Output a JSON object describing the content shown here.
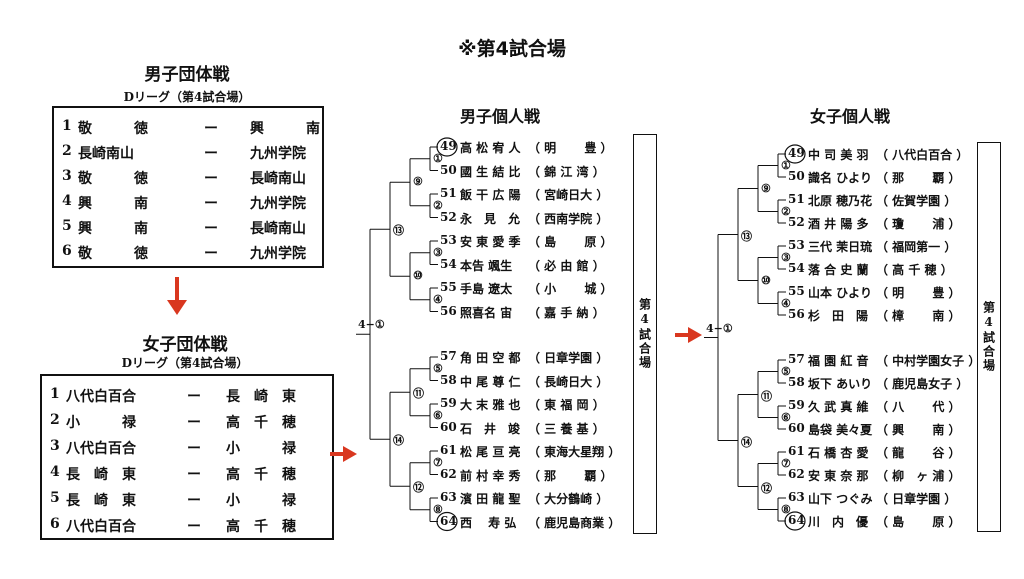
{
  "header": "※第4試合場",
  "men_team": {
    "title": "男子団体戦",
    "subtitle": "Dリーグ（第4試合場）",
    "rows": [
      {
        "no": "1",
        "a": "敬　　　徳",
        "dash": "ー",
        "b": "興　　　南"
      },
      {
        "no": "2",
        "a": "長崎南山",
        "dash": "ー",
        "b": "九州学院"
      },
      {
        "no": "3",
        "a": "敬　　　徳",
        "dash": "ー",
        "b": "長崎南山"
      },
      {
        "no": "4",
        "a": "興　　　南",
        "dash": "ー",
        "b": "九州学院"
      },
      {
        "no": "5",
        "a": "興　　　南",
        "dash": "ー",
        "b": "長崎南山"
      },
      {
        "no": "6",
        "a": "敬　　　徳",
        "dash": "ー",
        "b": "九州学院"
      }
    ]
  },
  "women_team": {
    "title": "女子団体戦",
    "subtitle": "Dリーグ（第4試合場）",
    "rows": [
      {
        "no": "1",
        "a": "八代白百合",
        "dash": "ー",
        "b": "長　崎　東"
      },
      {
        "no": "2",
        "a": "小　　　禄",
        "dash": "ー",
        "b": "高　千　穂"
      },
      {
        "no": "3",
        "a": "八代白百合",
        "dash": "ー",
        "b": "小　　　禄"
      },
      {
        "no": "4",
        "a": "長　崎　東",
        "dash": "ー",
        "b": "高　千　穂"
      },
      {
        "no": "5",
        "a": "長　崎　東",
        "dash": "ー",
        "b": "小　　　禄"
      },
      {
        "no": "6",
        "a": "八代白百合",
        "dash": "ー",
        "b": "高　千　穂"
      }
    ]
  },
  "men_individual": {
    "title": "男子個人戦",
    "final_label": "4−①",
    "venue_label": "第4試合場",
    "entries": [
      {
        "no": "49",
        "name": "高 松 宥 人",
        "school": "（ 明　　 豊 ）"
      },
      {
        "no": "50",
        "name": "國 生 結 比",
        "school": "（ 錦 江 湾 ）"
      },
      {
        "no": "51",
        "name": "飯 干 広 陽",
        "school": "（ 宮崎日大 ）"
      },
      {
        "no": "52",
        "name": "永　見　允",
        "school": "（ 西南学院 ）"
      },
      {
        "no": "53",
        "name": "安 東 愛 季",
        "school": "（ 島　　 原 ）"
      },
      {
        "no": "54",
        "name": "本告 颯生",
        "school": "（ 必 由 館 ）"
      },
      {
        "no": "55",
        "name": "手島 遼太",
        "school": "（ 小　　 城 ）"
      },
      {
        "no": "56",
        "name": "照喜名 宙",
        "school": "（ 嘉 手 納 ）"
      },
      {
        "no": "57",
        "name": "角 田 空 都",
        "school": "（ 日章学園 ）"
      },
      {
        "no": "58",
        "name": "中 尾 尊 仁",
        "school": "（ 長崎日大 ）"
      },
      {
        "no": "59",
        "name": "大 末 雅 也",
        "school": "（ 東 福 岡 ）"
      },
      {
        "no": "60",
        "name": "石　井　竣",
        "school": "（ 三 養 基 ）"
      },
      {
        "no": "61",
        "name": "松 尾 亘 亮",
        "school": "（ 東海大星翔 ）"
      },
      {
        "no": "62",
        "name": "前 村 幸 秀",
        "school": "（ 那　　 覇 ）"
      },
      {
        "no": "63",
        "name": "濱 田 龍 聖",
        "school": "（ 大分鶴崎 ）"
      },
      {
        "no": "64",
        "name": "西　 寿 弘",
        "school": "（ 鹿児島商業 ）"
      }
    ],
    "r1": [
      "①",
      "②",
      "③",
      "④",
      "⑤",
      "⑥",
      "⑦",
      "⑧"
    ],
    "r2": [
      "⑨",
      "⑩",
      "⑪",
      "⑫"
    ],
    "r3": [
      "⑬",
      "⑭"
    ]
  },
  "women_individual": {
    "title": "女子個人戦",
    "final_label": "4−①",
    "venue_label": "第4試合場",
    "entries": [
      {
        "no": "49",
        "name": "中 司 美 羽",
        "school": "（ 八代白百合 ）"
      },
      {
        "no": "50",
        "name": "識名 ひより",
        "school": "（ 那　　 覇 ）"
      },
      {
        "no": "51",
        "name": "北原 穂乃花",
        "school": "（ 佐賀学園 ）"
      },
      {
        "no": "52",
        "name": "酒 井 陽 多",
        "school": "（ 瓊　　 浦 ）"
      },
      {
        "no": "53",
        "name": "三代 茉日琉",
        "school": "（ 福岡第一 ）"
      },
      {
        "no": "54",
        "name": "落 合 史 蘭",
        "school": "（ 高 千 穂 ）"
      },
      {
        "no": "55",
        "name": "山本 ひより",
        "school": "（ 明　　 豊 ）"
      },
      {
        "no": "56",
        "name": "杉　田　陽",
        "school": "（ 樟　　 南 ）"
      },
      {
        "no": "57",
        "name": "福 園 紅 音",
        "school": "（ 中村学園女子 ）"
      },
      {
        "no": "58",
        "name": "坂下 あいり",
        "school": "（ 鹿児島女子 ）"
      },
      {
        "no": "59",
        "name": "久 武 真 維",
        "school": "（ 八　　 代 ）"
      },
      {
        "no": "60",
        "name": "島袋 美々夏",
        "school": "（ 興　　 南 ）"
      },
      {
        "no": "61",
        "name": "石 橋 杏 愛",
        "school": "（ 龍　　 谷 ）"
      },
      {
        "no": "62",
        "name": "安 東 奈 那",
        "school": "（ 柳　ヶ 浦 ）"
      },
      {
        "no": "63",
        "name": "山下 つぐみ",
        "school": "（ 日章学園 ）"
      },
      {
        "no": "64",
        "name": "川　内　優",
        "school": "（ 島　　 原 ）"
      }
    ],
    "r1": [
      "①",
      "②",
      "③",
      "④",
      "⑤",
      "⑥",
      "⑦",
      "⑧"
    ],
    "r2": [
      "⑨",
      "⑩",
      "⑪",
      "⑫"
    ],
    "r3": [
      "⑬",
      "⑭"
    ]
  },
  "colors": {
    "arrow": "#d9371f",
    "ink": "#111111"
  },
  "icons": [
    "arrow-down-icon",
    "arrow-right-icon"
  ]
}
